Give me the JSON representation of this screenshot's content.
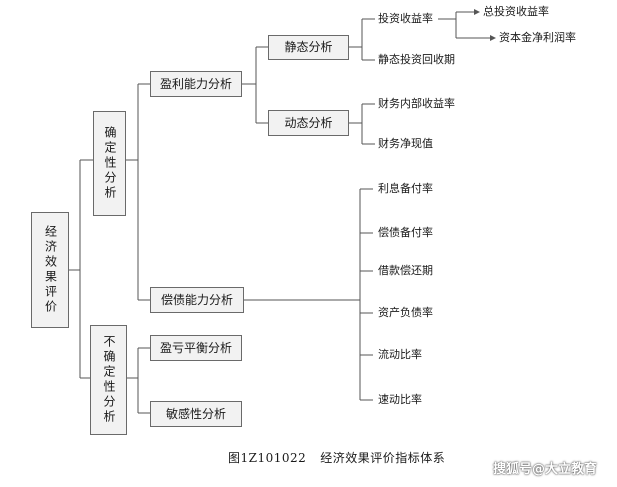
{
  "root": {
    "label": "经济效果评价"
  },
  "level1": {
    "certain": "确定性分析",
    "uncertain": "不确定性分析"
  },
  "level2": {
    "profit": "盈利能力分析",
    "debt": "偿债能力分析",
    "breakeven": "盈亏平衡分析",
    "sensitivity": "敏感性分析"
  },
  "level3": {
    "static": "静态分析",
    "dynamic": "动态分析"
  },
  "static_items": {
    "roi": "投资收益率",
    "static_payback": "静态投资回收期"
  },
  "roi_items": {
    "total_roi": "总投资收益率",
    "equity_profit": "资本金净利润率"
  },
  "dynamic_items": {
    "irr": "财务内部收益率",
    "npv": "财务净现值"
  },
  "debt_items": [
    "利息备付率",
    "偿债备付率",
    "借款偿还期",
    "资产负债率",
    "流动比率",
    "速动比率"
  ],
  "caption": {
    "figure_no": "图1Z101022",
    "title": "经济效果评价指标体系"
  },
  "watermark": "搜狐号@大立教育"
}
